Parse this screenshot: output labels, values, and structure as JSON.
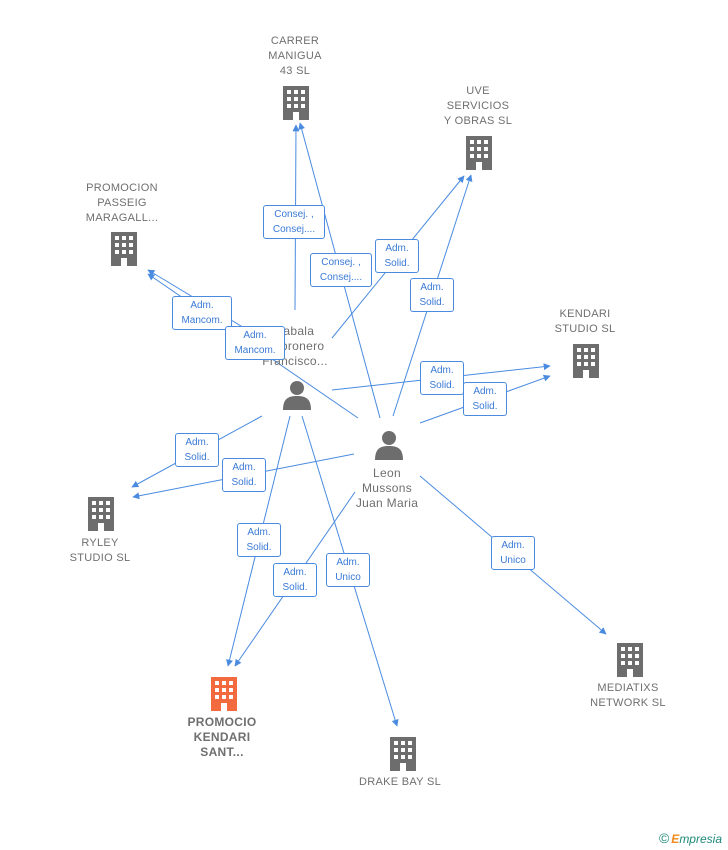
{
  "colors": {
    "edge": "#4a8be0",
    "node": "#6d6d6d",
    "focus": "#f26a3d"
  },
  "nodes": [
    {
      "id": "carrer",
      "type": "company",
      "lines": [
        "CARRER",
        "MANIGUA",
        "43  SL"
      ]
    },
    {
      "id": "uve",
      "type": "company",
      "lines": [
        "UVE",
        "SERVICIOS",
        "Y OBRAS SL"
      ]
    },
    {
      "id": "promocion_passeig",
      "type": "company",
      "lines": [
        "PROMOCION",
        "PASSEIG",
        "MARAGALL..."
      ]
    },
    {
      "id": "kendari_studio",
      "type": "company",
      "lines": [
        "KENDARI",
        "STUDIO  SL"
      ]
    },
    {
      "id": "ryley",
      "type": "company",
      "lines": [
        "RYLEY",
        "STUDIO  SL"
      ]
    },
    {
      "id": "promocio_kendari",
      "type": "company",
      "focus": true,
      "lines": [
        "PROMOCIO",
        "KENDARI",
        "SANT..."
      ]
    },
    {
      "id": "drake",
      "type": "company",
      "lines": [
        "DRAKE BAY  SL"
      ]
    },
    {
      "id": "mediatixs",
      "type": "company",
      "lines": [
        "MEDIATIXS",
        "NETWORK  SL"
      ]
    },
    {
      "id": "zabala",
      "type": "person",
      "lines": [
        "Zabala",
        "Sobronero",
        "Francisco..."
      ]
    },
    {
      "id": "leon",
      "type": "person",
      "lines": [
        "Leon",
        "Mussons",
        "Juan Maria"
      ]
    }
  ],
  "edges": [
    {
      "from": "zabala",
      "to": "carrer",
      "lines": [
        "Consej. ,",
        "Consej...."
      ]
    },
    {
      "from": "leon",
      "to": "carrer",
      "lines": [
        "Consej. ,",
        "Consej...."
      ]
    },
    {
      "from": "zabala",
      "to": "uve",
      "lines": [
        "Adm.",
        "Solid."
      ]
    },
    {
      "from": "leon",
      "to": "uve",
      "lines": [
        "Adm.",
        "Solid."
      ]
    },
    {
      "from": "zabala",
      "to": "promocion_passeig",
      "lines": [
        "Adm.",
        "Mancom."
      ]
    },
    {
      "from": "leon",
      "to": "promocion_passeig",
      "lines": [
        "Adm.",
        "Mancom."
      ]
    },
    {
      "from": "zabala",
      "to": "kendari_studio",
      "lines": [
        "Adm.",
        "Solid."
      ]
    },
    {
      "from": "leon",
      "to": "kendari_studio",
      "lines": [
        "Adm.",
        "Solid."
      ]
    },
    {
      "from": "zabala",
      "to": "ryley",
      "lines": [
        "Adm.",
        "Solid."
      ]
    },
    {
      "from": "leon",
      "to": "ryley",
      "lines": [
        "Adm.",
        "Solid."
      ]
    },
    {
      "from": "zabala",
      "to": "promocio_kendari",
      "lines": [
        "Adm.",
        "Solid."
      ]
    },
    {
      "from": "leon",
      "to": "promocio_kendari",
      "lines": [
        "Adm.",
        "Solid."
      ]
    },
    {
      "from": "zabala",
      "to": "drake",
      "lines": [
        "Adm.",
        "Unico"
      ]
    },
    {
      "from": "leon",
      "to": "mediatixs",
      "lines": [
        "Adm.",
        "Unico"
      ]
    }
  ],
  "brand": {
    "symbol": "©",
    "initial": "E",
    "rest": "mpresia"
  }
}
